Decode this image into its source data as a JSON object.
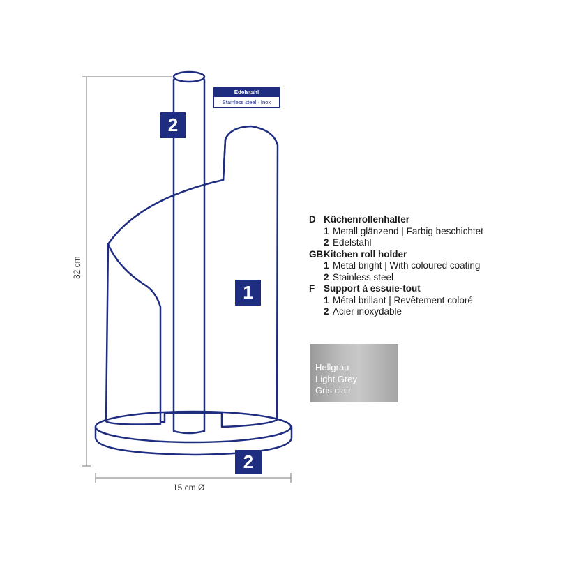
{
  "material_tag": {
    "heading": "Edelstahl",
    "subtitle": "Stainless steel · Inox"
  },
  "callouts": {
    "rod": "2",
    "body": "1",
    "base": "2"
  },
  "dimensions": {
    "height": "32 cm",
    "diameter": "15 cm Ø"
  },
  "legend": [
    {
      "code": "D",
      "title": "Küchenrollenhalter",
      "items": [
        {
          "num": "1",
          "text": "Metall glänzend | Farbig beschichtet"
        },
        {
          "num": "2",
          "text": "Edelstahl"
        }
      ]
    },
    {
      "code": "GB",
      "title": "Kitchen roll holder",
      "items": [
        {
          "num": "1",
          "text": "Metal bright | With coloured coating"
        },
        {
          "num": "2",
          "text": "Stainless steel"
        }
      ]
    },
    {
      "code": "F",
      "title": "Support à essuie-tout",
      "items": [
        {
          "num": "1",
          "text": "Métal brillant | Revêtement coloré"
        },
        {
          "num": "2",
          "text": "Acier inoxydable"
        }
      ]
    }
  ],
  "color_swatch": {
    "lines": [
      "Hellgrau",
      "Light Grey",
      "Gris clair"
    ],
    "color": "#b4b4b4"
  },
  "colors": {
    "outline": "#1f2d80",
    "badge": "#1f2d80"
  }
}
